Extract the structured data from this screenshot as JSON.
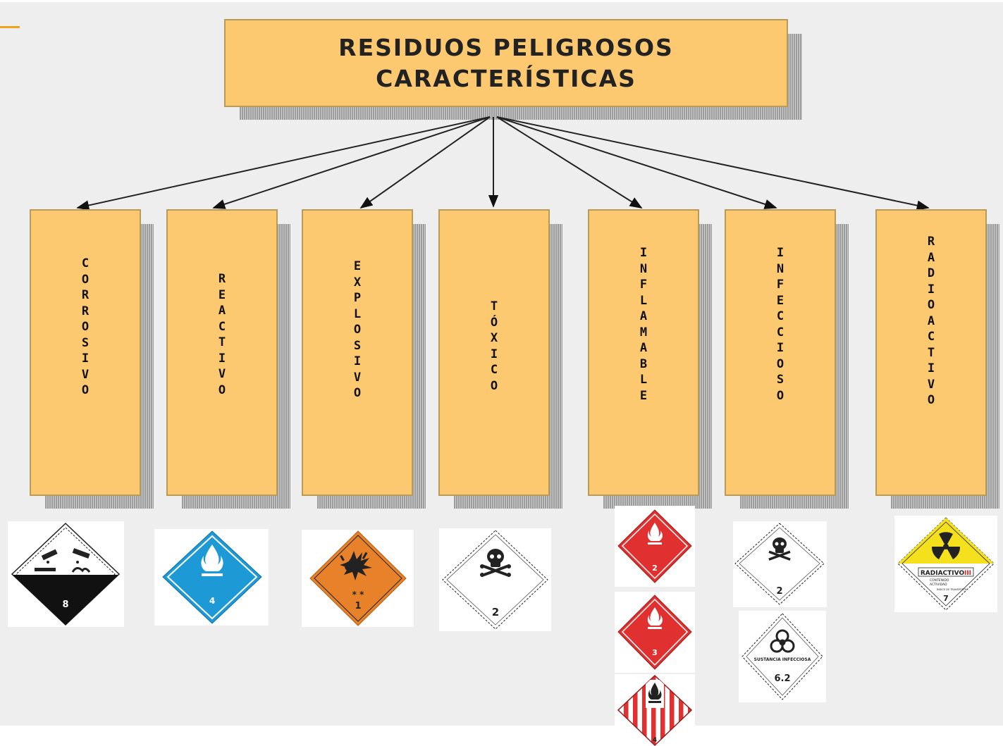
{
  "title": {
    "line1": "RESIDUOS PELIGROSOS",
    "line2": "CARACTERÍSTICAS"
  },
  "categories": [
    {
      "label": "CORROSIVO",
      "key": "corrosivo"
    },
    {
      "label": "REACTIVO",
      "key": "reactivo"
    },
    {
      "label": "EXPLOSIVO",
      "key": "explosivo"
    },
    {
      "label": "TÓXICO",
      "key": "toxico"
    },
    {
      "label": "INFLAMABLE",
      "key": "inflamable"
    },
    {
      "label": "INFECCIOSO",
      "key": "infeccioso"
    },
    {
      "label": "RADIOACTIVO",
      "key": "radioactivo"
    }
  ],
  "placards": {
    "corrosive": {
      "number": "8",
      "icon": "corrosive-icon"
    },
    "water_reactive": {
      "number": "4",
      "icon": "flame-icon",
      "color": "#1d9ad6"
    },
    "explosive": {
      "number": "1",
      "icon": "explosion-icon",
      "color": "#e8822a",
      "marks": "* *"
    },
    "toxic": {
      "number": "2",
      "icon": "skull-icon"
    },
    "flammable_gas": {
      "number": "2",
      "icon": "flame-icon",
      "color": "#e03030"
    },
    "flammable_liquid": {
      "number": "3",
      "icon": "flame-icon",
      "color": "#e03030"
    },
    "flammable_solid": {
      "number": "4",
      "icon": "flame-icon",
      "color": "#e03030"
    },
    "toxic_gas": {
      "number": "2",
      "icon": "skull-icon"
    },
    "infectious": {
      "number": "6.2",
      "icon": "biohazard-icon",
      "text": "SUSTANCIA INFECCIOSA"
    },
    "radioactive": {
      "number": "7",
      "icon": "radiation-icon",
      "color": "#f4e01c",
      "text": "RADIACTIVO",
      "class": "III",
      "field1": "CONTENIDO",
      "field2": "ACTIVIDAD",
      "field3": "ÍNDICE DE TRANSPORTE"
    }
  }
}
